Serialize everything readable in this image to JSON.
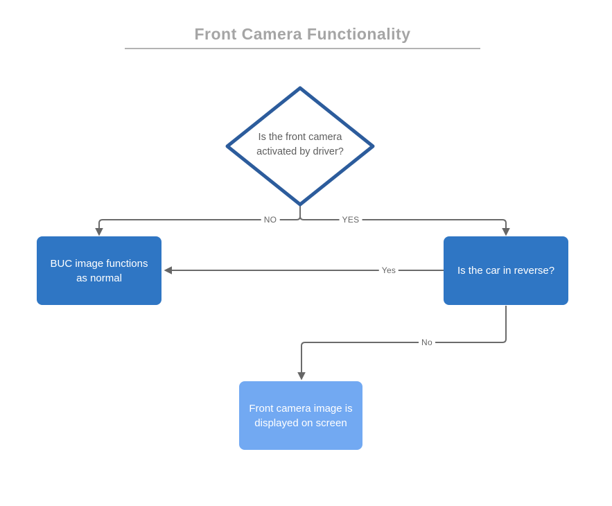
{
  "title": "Front Camera Functionality",
  "flowchart": {
    "decision_node": {
      "label": "Is the front camera activated by driver?"
    },
    "buc_node": {
      "label": "BUC image functions as normal"
    },
    "reverse_node": {
      "label": "Is the car in reverse?"
    },
    "front_camera_node": {
      "label": "Front camera image is displayed on screen"
    },
    "edges": {
      "no_branch": "NO",
      "yes_branch": "YES",
      "yes_reverse": "Yes",
      "no_reverse": "No"
    }
  },
  "colors": {
    "node_blue": "#2f76c4",
    "node_light_blue": "#72a9f2",
    "diamond_border": "#2c5c9c",
    "diamond_fill": "#ffffff",
    "connector_gray": "#6b6b6b",
    "arrowhead_gray": "#666666",
    "title_gray": "#a5a5a5",
    "underline_gray": "#b3b3b3"
  }
}
